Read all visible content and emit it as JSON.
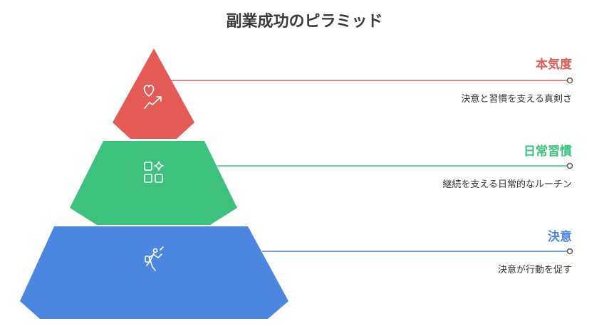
{
  "title": "副業成功のピラミッド",
  "levels": [
    {
      "label": "本気度",
      "description": "決意と習慣を支える真剣さ",
      "color": "#e45a55",
      "icon": "heart-growth-icon"
    },
    {
      "label": "日常習慣",
      "description": "継続を支える日常的なルーチン",
      "color": "#3cc27c",
      "icon": "grid-sparkle-icon"
    },
    {
      "label": "決意",
      "description": "決意が行動を促す",
      "color": "#4b86e0",
      "icon": "climber-icon"
    }
  ]
}
